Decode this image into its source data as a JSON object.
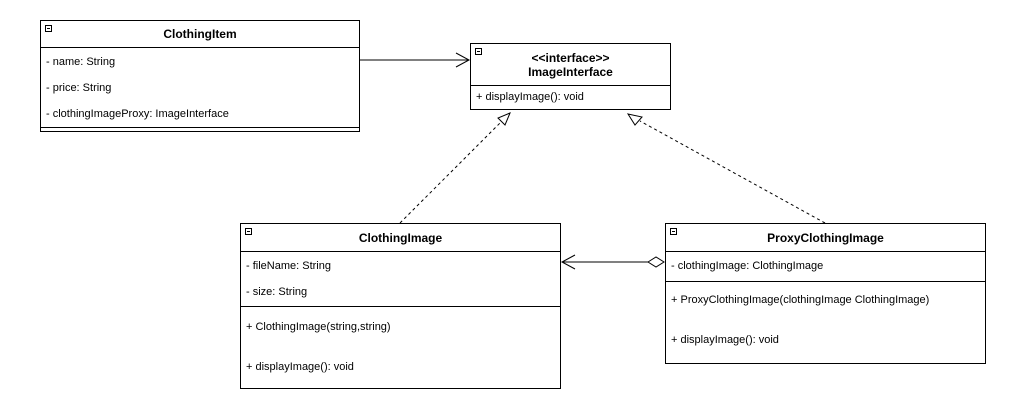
{
  "classes": {
    "clothing_item": {
      "name": "ClothingItem",
      "attributes": [
        "- name: String",
        "- price: String",
        "- clothingImageProxy: ImageInterface"
      ],
      "methods": []
    },
    "image_interface": {
      "stereotype": "<<interface>>",
      "name": "ImageInterface",
      "methods": [
        "+ displayImage(): void"
      ]
    },
    "clothing_image": {
      "name": "ClothingImage",
      "attributes": [
        "- fileName: String",
        "- size: String"
      ],
      "methods": [
        "+ ClothingImage(string,string)",
        "+ displayImage(): void"
      ]
    },
    "proxy_clothing_image": {
      "name": "ProxyClothingImage",
      "attributes": [
        "- clothingImage: ClothingImage"
      ],
      "methods": [
        "+ ProxyClothingImage(clothingImage ClothingImage)",
        "+ displayImage(): void"
      ]
    }
  },
  "relations": [
    {
      "from": "ClothingItem",
      "to": "ImageInterface",
      "type": "association"
    },
    {
      "from": "ClothingImage",
      "to": "ImageInterface",
      "type": "realization"
    },
    {
      "from": "ProxyClothingImage",
      "to": "ImageInterface",
      "type": "realization"
    },
    {
      "from": "ProxyClothingImage",
      "to": "ClothingImage",
      "type": "aggregation"
    }
  ]
}
